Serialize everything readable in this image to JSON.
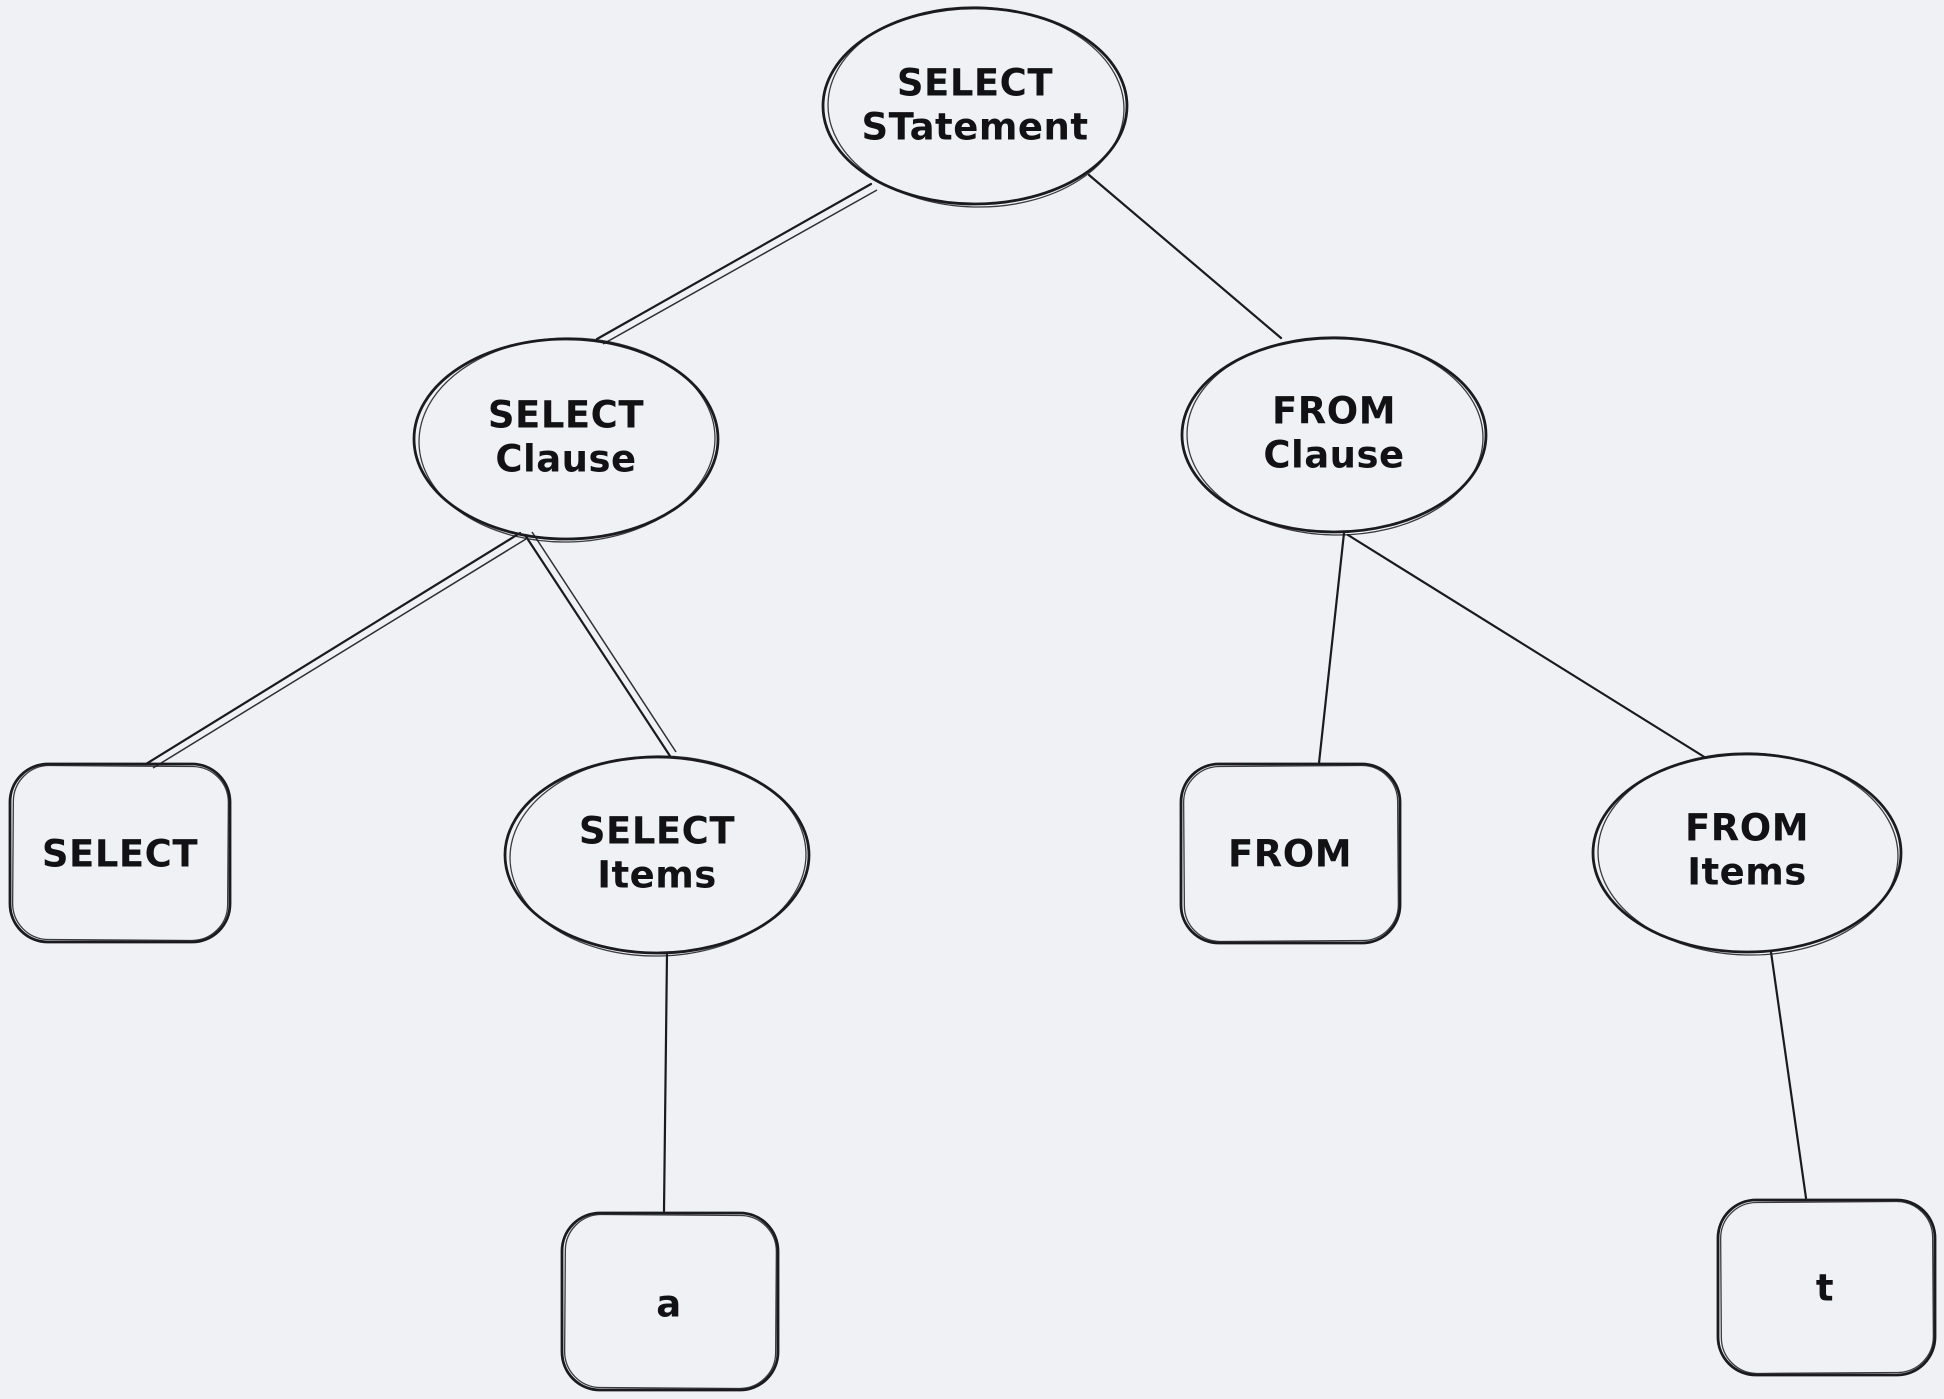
{
  "diagram": {
    "type": "syntax-tree",
    "style": "hand-drawn",
    "nodes": {
      "select_statement": {
        "shape": "ellipse",
        "lines": [
          "SELECT",
          "STatement"
        ]
      },
      "select_clause": {
        "shape": "ellipse",
        "lines": [
          "SELECT",
          "Clause"
        ]
      },
      "from_clause": {
        "shape": "ellipse",
        "lines": [
          "FROM",
          "Clause"
        ]
      },
      "select_keyword": {
        "shape": "rounded-rectangle",
        "lines": [
          "SELECT"
        ]
      },
      "select_items": {
        "shape": "ellipse",
        "lines": [
          "SELECT",
          "Items"
        ]
      },
      "from_keyword": {
        "shape": "rounded-rectangle",
        "lines": [
          "FROM"
        ]
      },
      "from_items": {
        "shape": "ellipse",
        "lines": [
          "FROM",
          "Items"
        ]
      },
      "item_a": {
        "shape": "rounded-rectangle",
        "lines": [
          "a"
        ]
      },
      "item_t": {
        "shape": "rounded-rectangle",
        "lines": [
          "t"
        ]
      }
    },
    "edges": [
      {
        "from": "select_statement",
        "to": "select_clause"
      },
      {
        "from": "select_statement",
        "to": "from_clause"
      },
      {
        "from": "select_clause",
        "to": "select_keyword"
      },
      {
        "from": "select_clause",
        "to": "select_items"
      },
      {
        "from": "from_clause",
        "to": "from_keyword"
      },
      {
        "from": "from_clause",
        "to": "from_items"
      },
      {
        "from": "select_items",
        "to": "item_a"
      },
      {
        "from": "from_items",
        "to": "item_t"
      }
    ],
    "colors": {
      "background": "#f0f1f4",
      "stroke": "#1b1b1f",
      "text": "#121215"
    }
  }
}
